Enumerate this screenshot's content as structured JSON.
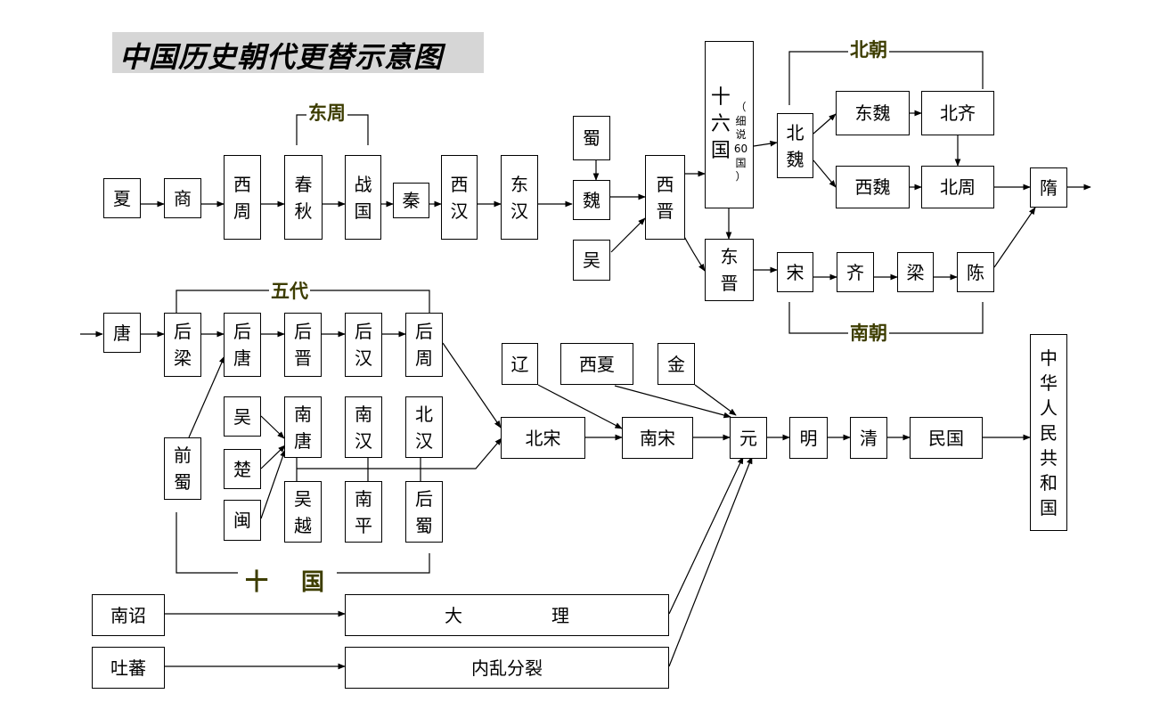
{
  "title": "中国历史朝代更替示意图",
  "groups": {
    "dongzhou": "东周",
    "beichao": "北朝",
    "nanchao": "南朝",
    "wudai": "五代",
    "shiguo": "十 国"
  },
  "nodes": {
    "xia": "夏",
    "shang": "商",
    "xizhou": "西\n周",
    "chunqiu": "春\n秋",
    "zhanguo": "战\n国",
    "qin": "秦",
    "xihan": "西\n汉",
    "donghan": "东\n汉",
    "shu": "蜀",
    "wei": "魏",
    "wu": "吴",
    "xijin": "西\n晋",
    "shiliuguo": "十\n六\n国",
    "shiliuguo_note": "（\n细\n说\n60\n国\n）",
    "dongjin": "东\n晋",
    "beiwei": "北\n魏",
    "dongwei": "东魏",
    "beiqi": "北齐",
    "xiwei": "西魏",
    "beizhou": "北周",
    "sui": "隋",
    "song_s": "宋",
    "qi_s": "齐",
    "liang_s": "梁",
    "chen_s": "陈",
    "tang": "唐",
    "houliang": "后\n梁",
    "houtang": "后\n唐",
    "houjin": "后\n晋",
    "houhan": "后\n汉",
    "houzhou": "后\n周",
    "wu_ten": "吴",
    "chu_ten": "楚",
    "min_ten": "闽",
    "qianshu": "前\n蜀",
    "nantang": "南\n唐",
    "nanhan": "南\n汉",
    "beihan": "北\n汉",
    "wuyue": "吴\n越",
    "nanping": "南\n平",
    "houshu": "后\n蜀",
    "liao": "辽",
    "xixia": "西夏",
    "jin": "金",
    "beisong": "北宋",
    "nansong": "南宋",
    "yuan": "元",
    "ming": "明",
    "qing": "清",
    "minguo": "民国",
    "prc": "中\n华\n人\n民\n共\n和\n国",
    "nanzhao": "南诏",
    "tubo": "吐蕃",
    "dali": "大　　　　　理",
    "neiluan": "内乱分裂"
  }
}
